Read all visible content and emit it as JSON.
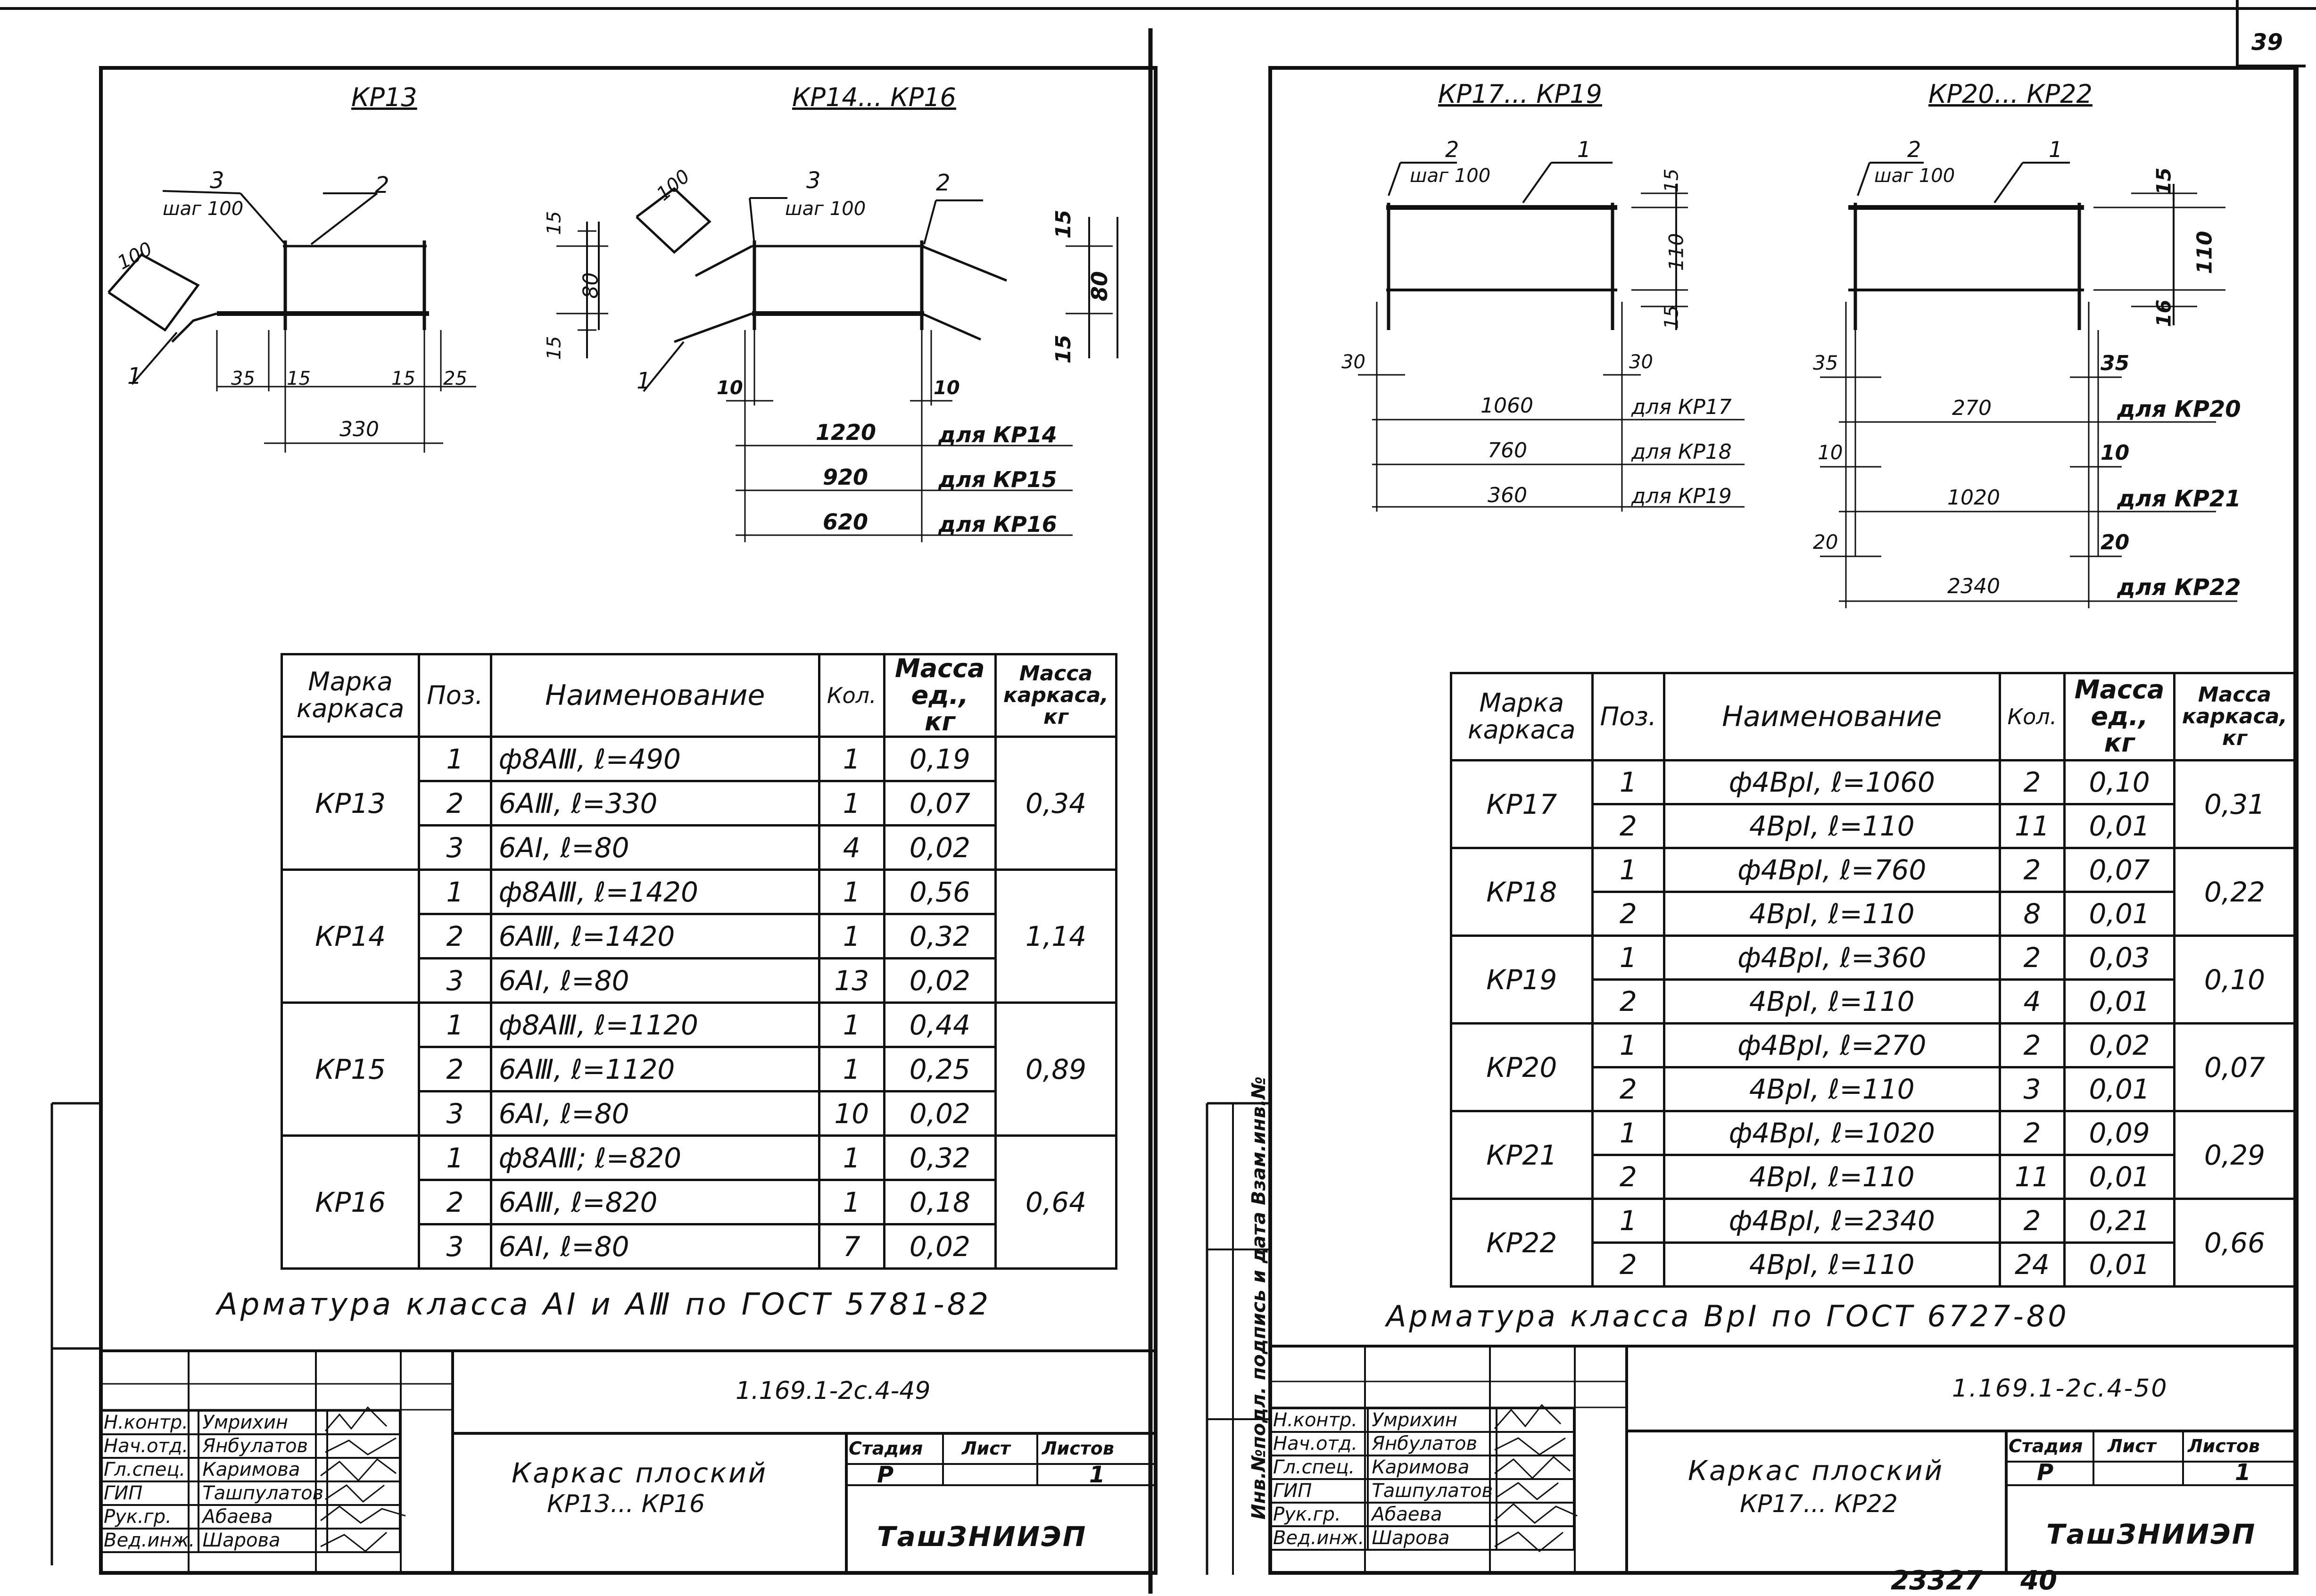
{
  "page_number": "39",
  "bottom_inventory": "23327",
  "bottom_sheet_no": "40",
  "side_stamp": "Инв.№подл. подпись и дата Взам.инв.№",
  "left": {
    "title_a": "КР13",
    "title_b": "КР14... КР16",
    "dims_a": {
      "pos3": "3",
      "step": "шаг 100",
      "pos2": "2",
      "d100": "100",
      "pos1": "1",
      "d15t": "15",
      "d80": "80",
      "d15b": "15",
      "d35": "35",
      "d15l": "15",
      "d15r": "15",
      "d25": "25",
      "d330": "330"
    },
    "dims_b": {
      "d100": "100",
      "pos3": "3",
      "step": "шаг 100",
      "pos2": "2",
      "d15t": "15",
      "d80": "80",
      "d15b": "15",
      "pos1": "1",
      "d10l": "10",
      "d10r": "10"
    },
    "lengths": [
      {
        "len": "1220",
        "label": "для КР14"
      },
      {
        "len": "920",
        "label": "для КР15"
      },
      {
        "len": "620",
        "label": "для КР16"
      }
    ],
    "table": {
      "headers": [
        "Марка каркаса",
        "Поз.",
        "Наименование",
        "Кол.",
        "Масса ед., кг",
        "Масса каркаса, кг"
      ],
      "groups": [
        {
          "mark": "КР13",
          "total": "0,34",
          "rows": [
            {
              "pos": "1",
              "name": "ф8АⅢ, ℓ=490",
              "qty": "1",
              "mass": "0,19"
            },
            {
              "pos": "2",
              "name": "6АⅢ, ℓ=330",
              "qty": "1",
              "mass": "0,07"
            },
            {
              "pos": "3",
              "name": "6АI, ℓ=80",
              "qty": "4",
              "mass": "0,02"
            }
          ]
        },
        {
          "mark": "КР14",
          "total": "1,14",
          "rows": [
            {
              "pos": "1",
              "name": "ф8АⅢ, ℓ=1420",
              "qty": "1",
              "mass": "0,56"
            },
            {
              "pos": "2",
              "name": "6АⅢ, ℓ=1420",
              "qty": "1",
              "mass": "0,32"
            },
            {
              "pos": "3",
              "name": "6АI, ℓ=80",
              "qty": "13",
              "mass": "0,02"
            }
          ]
        },
        {
          "mark": "КР15",
          "total": "0,89",
          "rows": [
            {
              "pos": "1",
              "name": "ф8АⅢ, ℓ=1120",
              "qty": "1",
              "mass": "0,44"
            },
            {
              "pos": "2",
              "name": "6АⅢ, ℓ=1120",
              "qty": "1",
              "mass": "0,25"
            },
            {
              "pos": "3",
              "name": "6АI, ℓ=80",
              "qty": "10",
              "mass": "0,02"
            }
          ]
        },
        {
          "mark": "КР16",
          "total": "0,64",
          "rows": [
            {
              "pos": "1",
              "name": "ф8АⅢ; ℓ=820",
              "qty": "1",
              "mass": "0,32"
            },
            {
              "pos": "2",
              "name": "6АⅢ, ℓ=820",
              "qty": "1",
              "mass": "0,18"
            },
            {
              "pos": "3",
              "name": "6АI, ℓ=80",
              "qty": "7",
              "mass": "0,02"
            }
          ]
        }
      ]
    },
    "note": "Арматура класса АI и АⅢ по ГОСТ 5781-82",
    "stamp": {
      "code": "1.169.1-2с.4-49",
      "title_line1": "Каркас плоский",
      "title_line2": "КР13... КР16",
      "roles": [
        "Н.контр.",
        "Нач.отд.",
        "Гл.спец.",
        "ГИП",
        "Рук.гр.",
        "Вед.инж."
      ],
      "names": [
        "Умрихин",
        "Янбулатов",
        "Каримова",
        "Ташпулатов",
        "Абаева",
        "Шарова"
      ],
      "stage_label": "Стадия",
      "sheet_label": "Лист",
      "sheets_label": "Листов",
      "stage": "Р",
      "sheets": "1",
      "org": "ТашЗНИИЭП"
    }
  },
  "right": {
    "title_a": "КР17... КР19",
    "title_b": "КР20... КР22",
    "dims_a": {
      "pos2": "2",
      "step": "шаг 100",
      "pos1": "1",
      "d15t": "15",
      "d110": "110",
      "d15b": "15",
      "d30l": "30",
      "d30r": "30"
    },
    "dims_b": {
      "pos2": "2",
      "step": "шаг 100",
      "pos1": "1",
      "d15t": "15",
      "d110": "110",
      "d16": "16"
    },
    "lengths_a": [
      {
        "len": "1060",
        "label": "для КР17"
      },
      {
        "len": "760",
        "label": "для КР18"
      },
      {
        "len": "360",
        "label": "для КР19"
      }
    ],
    "lengths_b": [
      {
        "end": "35",
        "len": "270",
        "label": "для КР20"
      },
      {
        "end": "10",
        "len": "1020",
        "label": "для КР21"
      },
      {
        "end": "20",
        "len": "2340",
        "label": "для КР22"
      }
    ],
    "table": {
      "headers": [
        "Марка каркаса",
        "Поз.",
        "Наименование",
        "Кол.",
        "Масса ед., кг",
        "Масса каркаса, кг"
      ],
      "groups": [
        {
          "mark": "КР17",
          "total": "0,31",
          "rows": [
            {
              "pos": "1",
              "name": "ф4ВрI, ℓ=1060",
              "qty": "2",
              "mass": "0,10"
            },
            {
              "pos": "2",
              "name": "4ВрI, ℓ=110",
              "qty": "11",
              "mass": "0,01"
            }
          ]
        },
        {
          "mark": "КР18",
          "total": "0,22",
          "rows": [
            {
              "pos": "1",
              "name": "ф4ВрI, ℓ=760",
              "qty": "2",
              "mass": "0,07"
            },
            {
              "pos": "2",
              "name": "4ВрI, ℓ=110",
              "qty": "8",
              "mass": "0,01"
            }
          ]
        },
        {
          "mark": "КР19",
          "total": "0,10",
          "rows": [
            {
              "pos": "1",
              "name": "ф4ВрI, ℓ=360",
              "qty": "2",
              "mass": "0,03"
            },
            {
              "pos": "2",
              "name": "4ВрI, ℓ=110",
              "qty": "4",
              "mass": "0,01"
            }
          ]
        },
        {
          "mark": "КР20",
          "total": "0,07",
          "rows": [
            {
              "pos": "1",
              "name": "ф4ВрI, ℓ=270",
              "qty": "2",
              "mass": "0,02"
            },
            {
              "pos": "2",
              "name": "4ВрI, ℓ=110",
              "qty": "3",
              "mass": "0,01"
            }
          ]
        },
        {
          "mark": "КР21",
          "total": "0,29",
          "rows": [
            {
              "pos": "1",
              "name": "ф4ВрI, ℓ=1020",
              "qty": "2",
              "mass": "0,09"
            },
            {
              "pos": "2",
              "name": "4ВрI, ℓ=110",
              "qty": "11",
              "mass": "0,01"
            }
          ]
        },
        {
          "mark": "КР22",
          "total": "0,66",
          "rows": [
            {
              "pos": "1",
              "name": "ф4ВрI, ℓ=2340",
              "qty": "2",
              "mass": "0,21"
            },
            {
              "pos": "2",
              "name": "4ВрI, ℓ=110",
              "qty": "24",
              "mass": "0,01"
            }
          ]
        }
      ]
    },
    "note": "Арматура класса ВрI по ГОСТ 6727-80",
    "stamp": {
      "code": "1.169.1-2с.4-50",
      "title_line1": "Каркас плоский",
      "title_line2": "КР17... КР22",
      "roles": [
        "Н.контр.",
        "Нач.отд.",
        "Гл.спец.",
        "ГИП",
        "Рук.гр.",
        "Вед.инж."
      ],
      "names": [
        "Умрихин",
        "Янбулатов",
        "Каримова",
        "Ташпулатов",
        "Абаева",
        "Шарова"
      ],
      "stage_label": "Стадия",
      "sheet_label": "Лист",
      "sheets_label": "Листов",
      "stage": "Р",
      "sheets": "1",
      "org": "ТашЗНИИЭП"
    }
  }
}
